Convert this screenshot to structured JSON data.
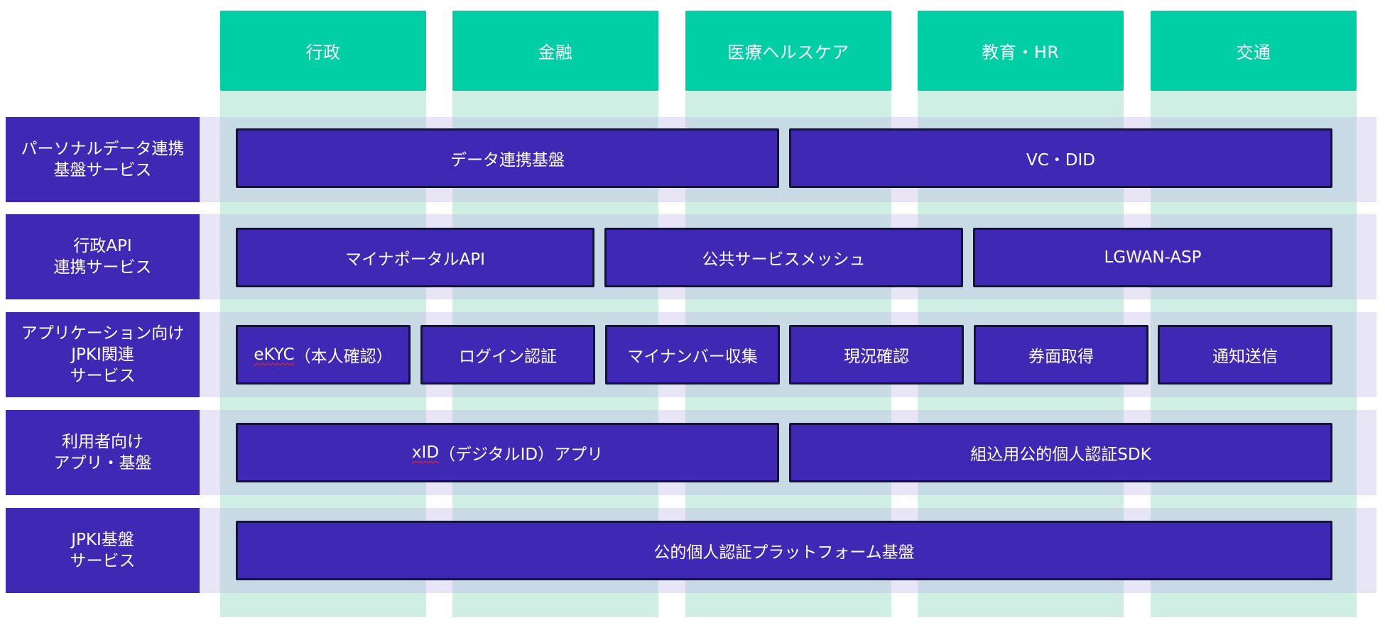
{
  "columns": [
    {
      "label": "行政"
    },
    {
      "label": "金融"
    },
    {
      "label": "医療ヘルスケア"
    },
    {
      "label": "教育・HR"
    },
    {
      "label": "交通"
    }
  ],
  "rows": [
    {
      "label": "パーソナルデータ連携\n基盤サービス"
    },
    {
      "label": "行政API\n連携サービス"
    },
    {
      "label": "アプリケーション向け\nJPKI関連\nサービス"
    },
    {
      "label": "利用者向け\nアプリ・基盤"
    },
    {
      "label": "JPKI基盤\nサービス"
    }
  ],
  "services": {
    "row1": {
      "a": "データ連携基盤",
      "b": "VC・DID"
    },
    "row2": {
      "a": "マイナポータルAPI",
      "b": "公共サービスメッシュ",
      "c": "LGWAN-ASP"
    },
    "row3": {
      "a_prefix": "eKYC",
      "a_suffix": "（本人確認）",
      "b": "ログイン認証",
      "c": "マイナンバー収集",
      "d": "現況確認",
      "e": "券面取得",
      "f": "通知送信"
    },
    "row4": {
      "a_prefix": "xID",
      "a_suffix": "（デジタルID）アプリ",
      "b": "組込用公的個人認証SDK"
    },
    "row5": {
      "a": "公的個人認証プラットフォーム基盤"
    }
  },
  "colors": {
    "column_header": "#00cfa6",
    "column_background": "#d0efe4",
    "layer_band": "#dcdaf2",
    "box_fill": "#3e28b4",
    "box_border": "#14143a"
  }
}
